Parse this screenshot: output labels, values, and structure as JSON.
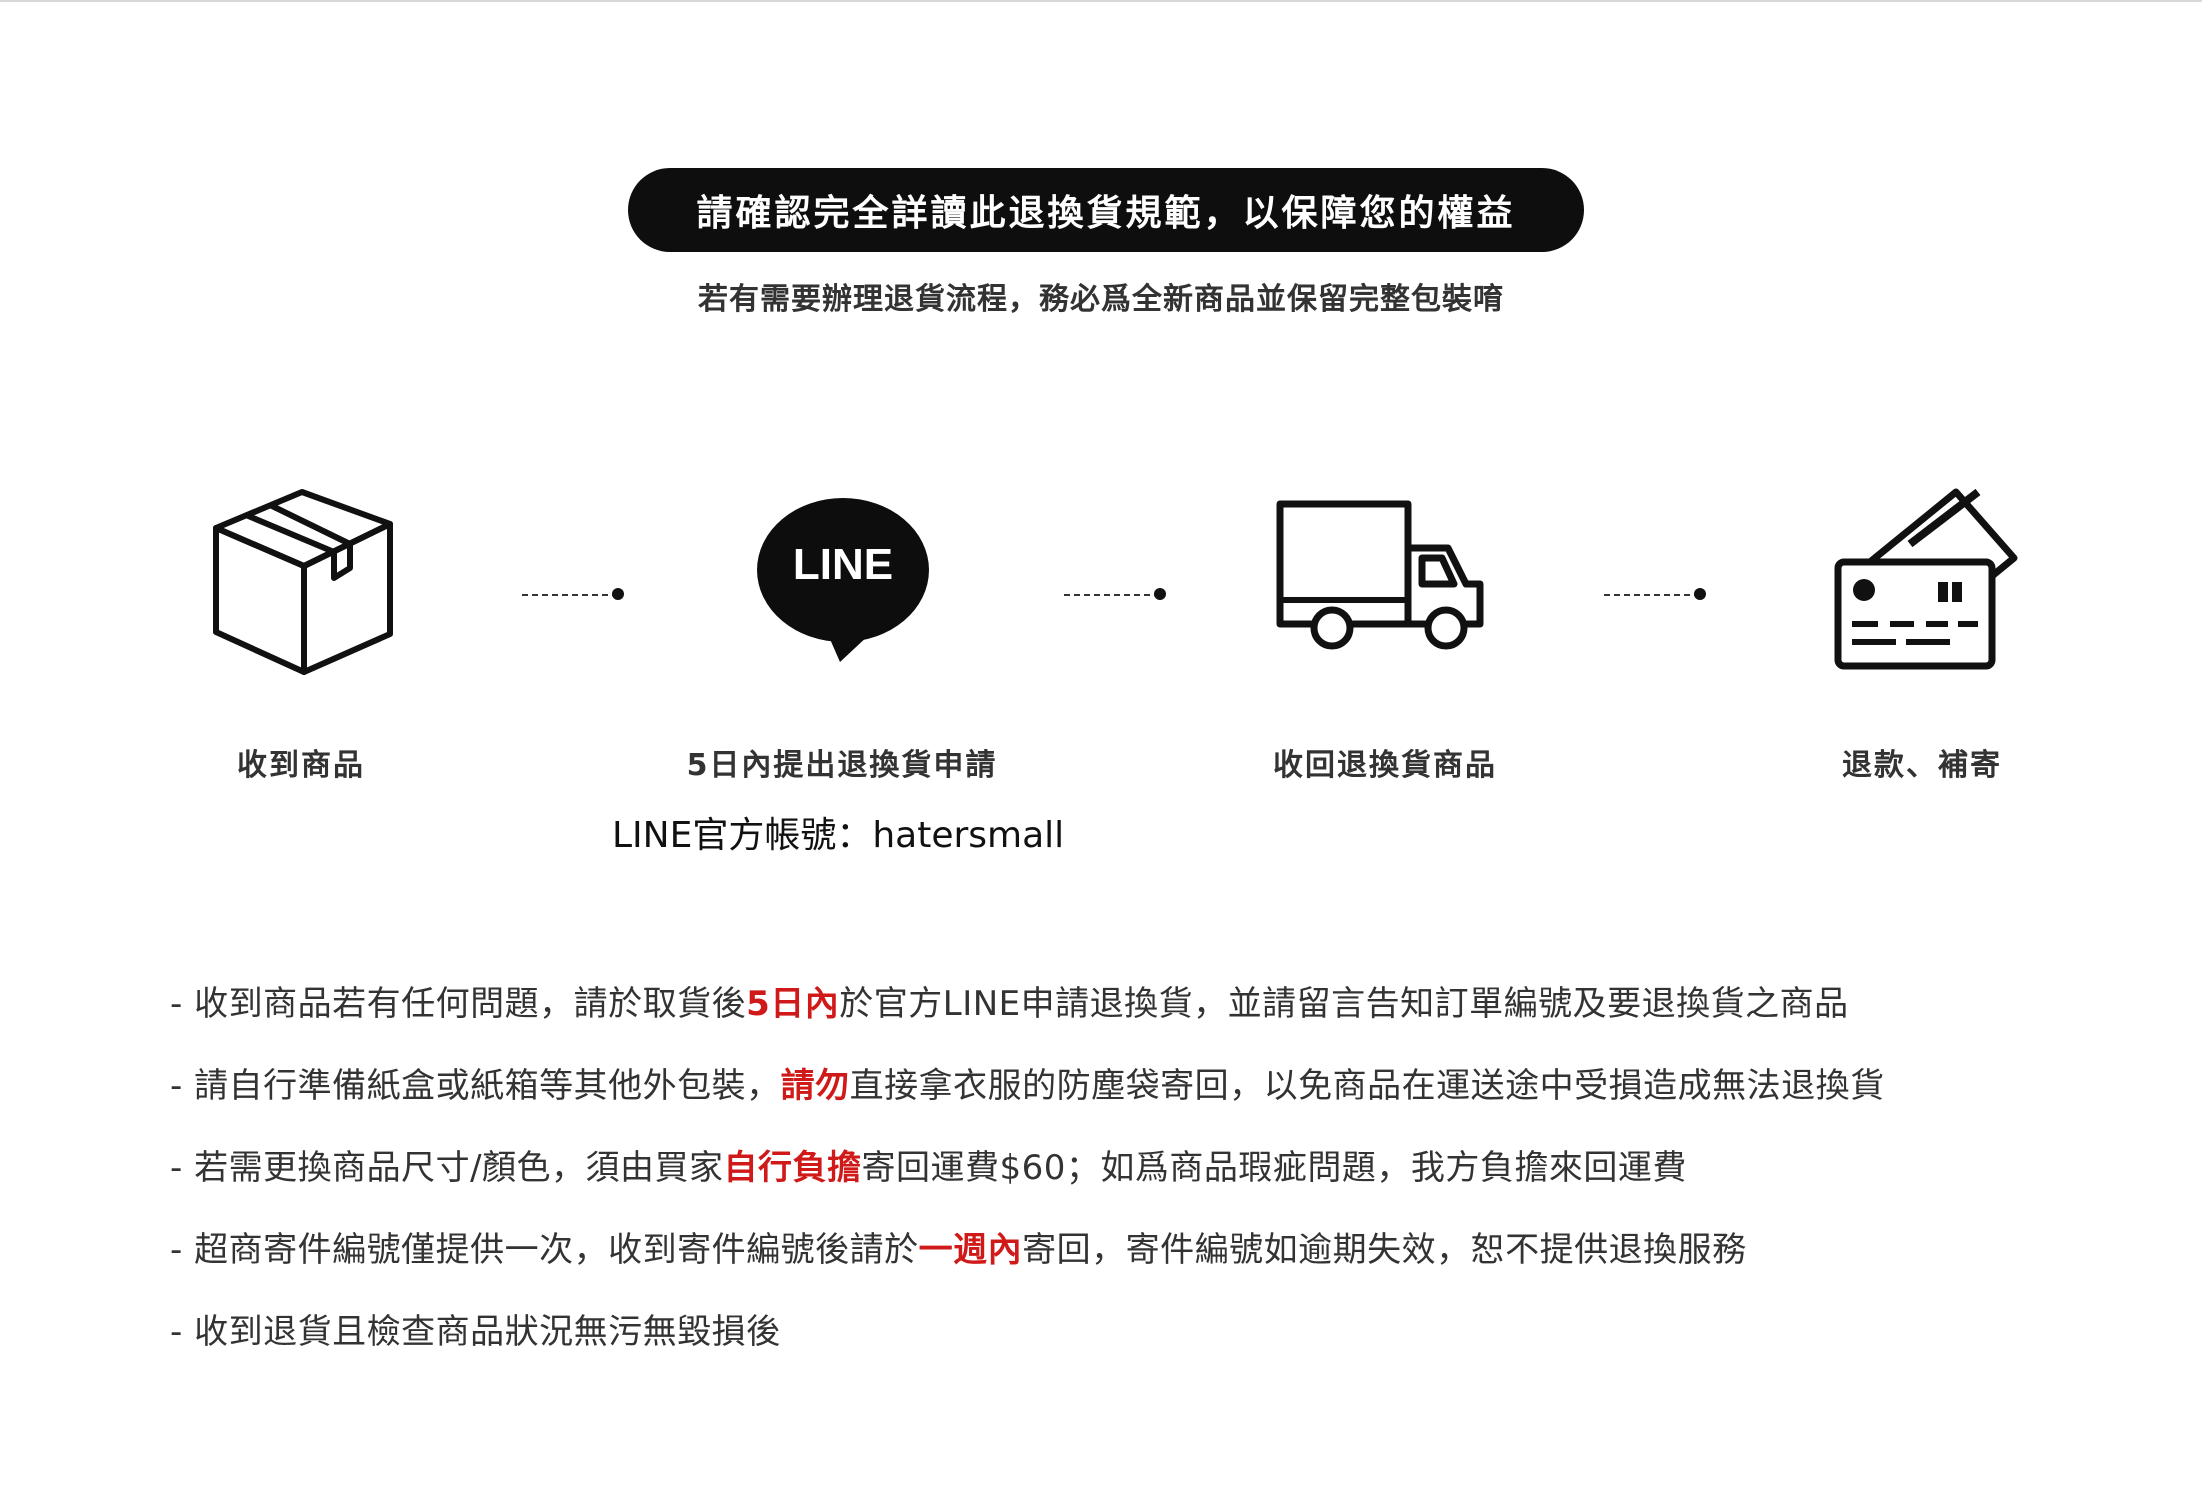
{
  "header": {
    "title": "請確認完全詳讀此退換貨規範，以保障您的權益",
    "subtitle": "若有需要辦理退貨流程，務必爲全新商品並保留完整包裝唷"
  },
  "steps": [
    {
      "icon": "box-icon",
      "label": "收到商品"
    },
    {
      "icon": "line-chat-icon",
      "icon_text": "LINE",
      "label": "5日內提出退換貨申請"
    },
    {
      "icon": "truck-icon",
      "label": "收回退換貨商品"
    },
    {
      "icon": "credit-card-icon",
      "label": "退款、補寄"
    }
  ],
  "line_account": "LINE官方帳號：hatersmall",
  "rules": [
    {
      "pre": "- 收到商品若有任何問題，請於取貨後",
      "highlight": "5日內",
      "post": "於官方LINE申請退換貨，並請留言告知訂單編號及要退換貨之商品"
    },
    {
      "pre": "- 請自行準備紙盒或紙箱等其他外包裝，",
      "highlight": "請勿",
      "post": "直接拿衣服的防塵袋寄回，以免商品在運送途中受損造成無法退換貨"
    },
    {
      "pre": "- 若需更換商品尺寸/顏色，須由買家",
      "highlight": "自行負擔",
      "post": "寄回運費$60；如爲商品瑕疵問題，我方負擔來回運費"
    },
    {
      "pre": "- 超商寄件編號僅提供一次，收到寄件編號後請於",
      "highlight": "一週內",
      "post": "寄回，寄件編號如逾期失效，恕不提供退換服務"
    },
    {
      "pre": "- 收到退貨且檢查商品狀況無污無毀損後",
      "highlight": "",
      "post": ""
    }
  ],
  "colors": {
    "highlight": "#d01a1a",
    "pill": "#0e0e0e"
  }
}
